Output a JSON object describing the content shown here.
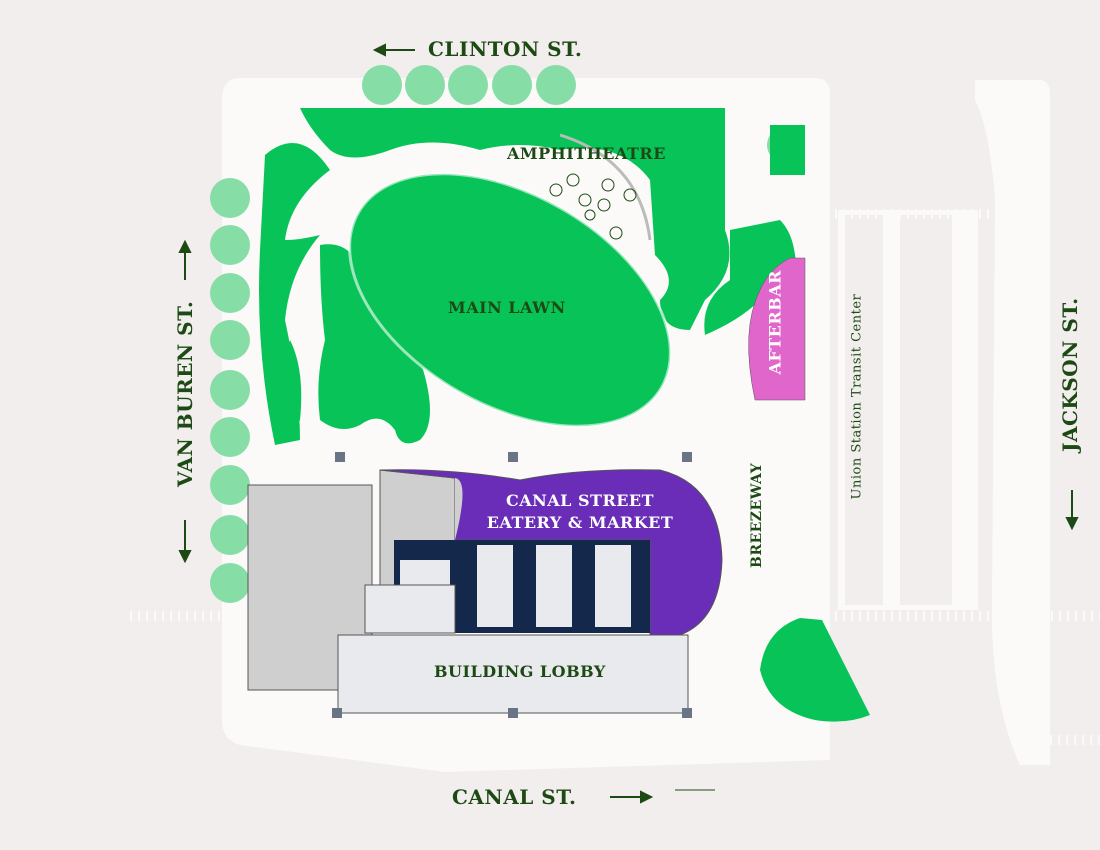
{
  "streets": {
    "north": "CLINTON ST.",
    "west": "VAN BUREN ST.",
    "east": "JACKSON ST.",
    "south": "CANAL ST."
  },
  "areas": {
    "amphitheatre": "AMPHITHEATRE",
    "main_lawn": "MAIN LAWN",
    "afterbar": "AFTERBAR",
    "breezeway": "BREEZEWAY",
    "eatery_line1": "CANAL STREET",
    "eatery_line2": "EATERY & MARKET",
    "lobby": "BUILDING LOBBY",
    "transit": "Union Station Transit Center"
  },
  "colors": {
    "background": "#f1eeed",
    "site": "#fbfaf9",
    "park_green": "#08c458",
    "tree_green": "#86dda6",
    "eatery_purple": "#6a2db8",
    "afterbar_pink": "#e066cc",
    "label_green": "#1d4a14",
    "building_gray": "#cfcfcf",
    "lobby_gray": "#e9eaee",
    "core_navy": "#13284a"
  }
}
